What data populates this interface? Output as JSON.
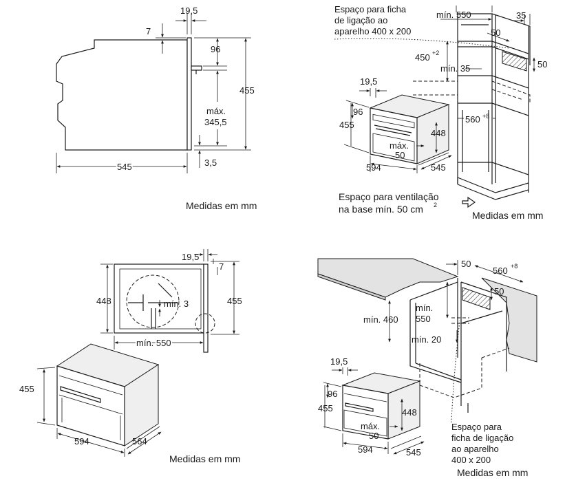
{
  "unit_caption": "Medidas em mm",
  "panel1": {
    "dim_19_5": "19,5",
    "dim_7": "7",
    "dim_96": "96",
    "dim_455": "455",
    "dim_max_line1": "máx.",
    "dim_max_line2": "345,5",
    "dim_545": "545",
    "dim_3_5": "3,5",
    "caption": "Medidas em mm"
  },
  "panel2": {
    "socket_line1": "Espaço para ficha",
    "socket_line2": "de ligação ao",
    "socket_line3": "aparelho 400 x 200",
    "dim_min_550": "mín. 550",
    "dim_35": "35",
    "dim_50_a": "50",
    "dim_50_b": "50",
    "dim_450": "450",
    "dim_450_sup": "+2",
    "dim_min_35": "mín. 35",
    "dim_19_5": "19,5",
    "dim_96": "96",
    "dim_455": "455",
    "dim_448": "448",
    "dim_max": "máx.",
    "dim_max_50": "50",
    "dim_594": "594",
    "dim_545": "545",
    "dim_560": "560",
    "dim_560_sup": "+8",
    "vent_line1": "Espaço para ventilação",
    "vent_line2": "na base mín. 50 cm",
    "vent_sup": "2",
    "caption": "Medidas em mm"
  },
  "panel3": {
    "dim_19_5": "19,5",
    "dim_7": "7",
    "dim_448": "448",
    "dim_455_right": "455",
    "dim_min_3": "mín. 3",
    "dim_min_550": "mín. 550",
    "dim_455_left": "455",
    "dim_594": "594",
    "dim_564": "564",
    "caption": "Medidas em mm"
  },
  "panel4": {
    "dim_50_top": "50",
    "dim_560": "560",
    "dim_560_sup": "+8",
    "dim_50_side": "50",
    "dim_min_460": "mín. 460",
    "dim_min_550_line1": "mín.",
    "dim_min_550_line2": "550",
    "dim_min_20": "mín. 20",
    "dim_19_5": "19,5",
    "dim_96": "96",
    "dim_455": "455",
    "dim_448": "448",
    "dim_max": "máx.",
    "dim_max_50": "50",
    "dim_594": "594",
    "dim_545": "545",
    "socket_line1": "Espaço para",
    "socket_line2": "ficha de ligação",
    "socket_line3": "ao aparelho",
    "socket_line4": "400 x 200",
    "caption": "Medidas em mm"
  }
}
